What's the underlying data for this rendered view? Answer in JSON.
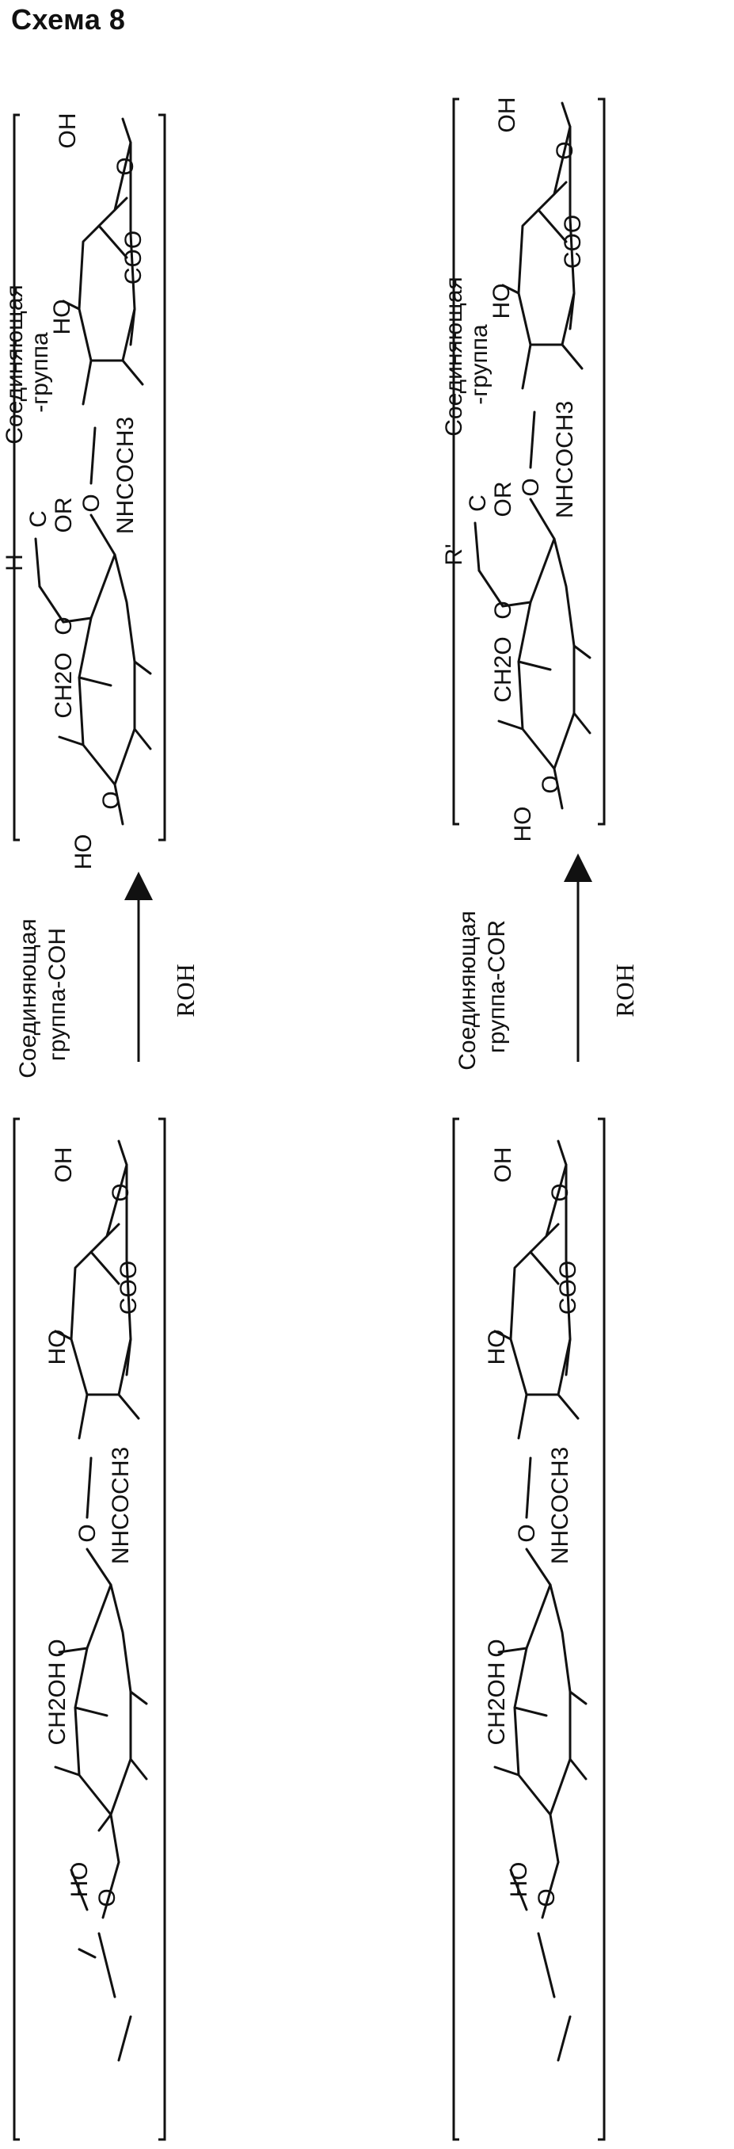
{
  "title": "Схема 8",
  "reagent_above_1": [
    "Соединяющая",
    "группа-COH"
  ],
  "reagent_below": "ROH",
  "reagent_above_2": [
    "Соединяющая",
    "группа-COR"
  ],
  "product1_linker": {
    "atom": "H",
    "c": "C",
    "or": "OR",
    "text": [
      "Соединяющая",
      "-группа"
    ]
  },
  "product2_linker": {
    "atom": "R'",
    "c": "C",
    "or": "OR",
    "text": [
      "Соединяющая",
      "-группа"
    ]
  },
  "labels": {
    "ho": "HO",
    "oh": "OH",
    "coo": "COO",
    "coo_charge": "-",
    "o": "O",
    "ch2oh": "CH2OH",
    "ch2o": "CH2O",
    "nhcoch3": "NHCOCH3"
  }
}
